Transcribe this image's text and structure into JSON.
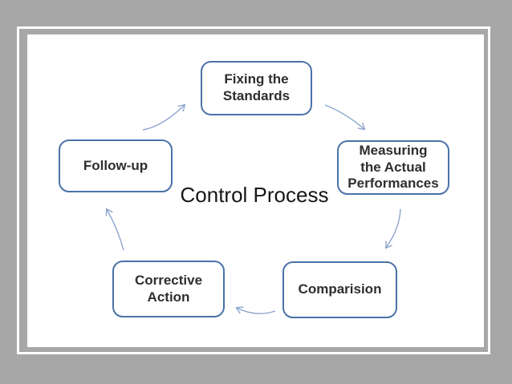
{
  "diagram": {
    "title": "Control Process",
    "type": "cycle",
    "nodes": [
      {
        "id": "fixing-the-standards",
        "label": "Fixing the\nStandards"
      },
      {
        "id": "measuring-the-actual-performances",
        "label": "Measuring\nthe Actual\nPerformances"
      },
      {
        "id": "comparision",
        "label": "Comparision"
      },
      {
        "id": "corrective-action",
        "label": "Corrective\nAction"
      },
      {
        "id": "follow-up",
        "label": "Follow-up"
      }
    ],
    "connections": [
      {
        "from": "Fixing the Standards",
        "to": "Measuring the Actual Performances"
      },
      {
        "from": "Measuring the Actual Performances",
        "to": "Comparision"
      },
      {
        "from": "Comparision",
        "to": "Corrective Action"
      },
      {
        "from": "Corrective Action",
        "to": "Follow-up"
      },
      {
        "from": "Follow-up",
        "to": "Fixing the Standards"
      }
    ],
    "colors": {
      "page_background": "#A7A7A7",
      "frame_line": "#FFFFFF",
      "slide_background": "#FFFFFF",
      "node_border": "#4A72A8",
      "node_text": "#2E2E2E",
      "arrow": "#8CA5CE",
      "title_text": "#161616"
    }
  }
}
